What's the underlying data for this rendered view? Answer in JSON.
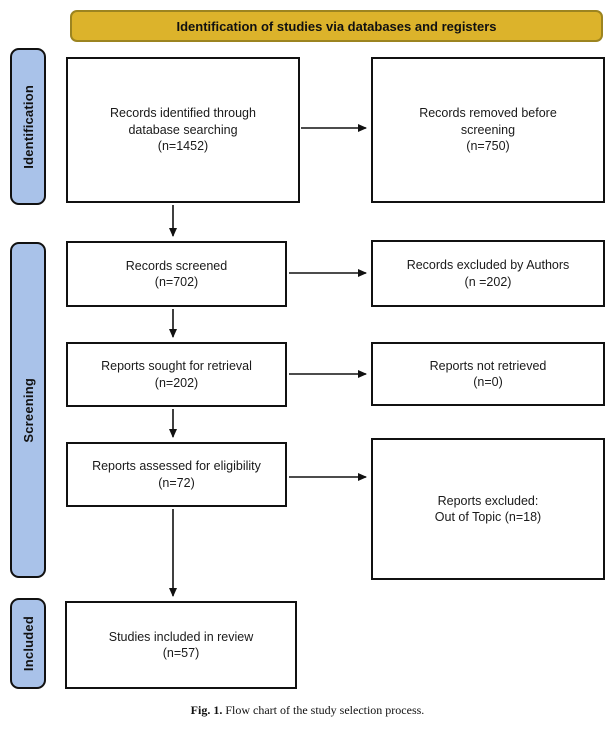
{
  "header": {
    "title": "Identification of studies via databases and registers"
  },
  "stages": [
    {
      "label": "Identification"
    },
    {
      "label": "Screening"
    },
    {
      "label": "Included"
    }
  ],
  "flow": {
    "left": [
      {
        "lines": [
          "Records identified through",
          "database searching",
          "(n=1452)"
        ]
      },
      {
        "lines": [
          "Records screened",
          "(n=702)"
        ]
      },
      {
        "lines": [
          "Reports sought for retrieval",
          "(n=202)"
        ]
      },
      {
        "lines": [
          "Reports assessed for eligibility",
          "(n=72)"
        ]
      },
      {
        "lines": [
          "Studies included in review",
          "(n=57)"
        ]
      }
    ],
    "right": [
      {
        "lines": [
          "Records removed before",
          "screening",
          "(n=750)"
        ]
      },
      {
        "lines": [
          "Records excluded by Authors",
          "(n =202)"
        ]
      },
      {
        "lines": [
          "Reports not retrieved",
          "(n=0)"
        ]
      },
      {
        "lines": [
          "Reports excluded:",
          "Out of Topic (n=18)"
        ]
      }
    ]
  },
  "caption": {
    "label": "Fig. 1.",
    "text": "Flow chart of the study selection process."
  },
  "colors": {
    "header_bg": "#dcb32b",
    "header_border": "#9c8420",
    "stage_bg": "#a9c2e9",
    "box_border": "#111111",
    "arrow": "#111111"
  }
}
